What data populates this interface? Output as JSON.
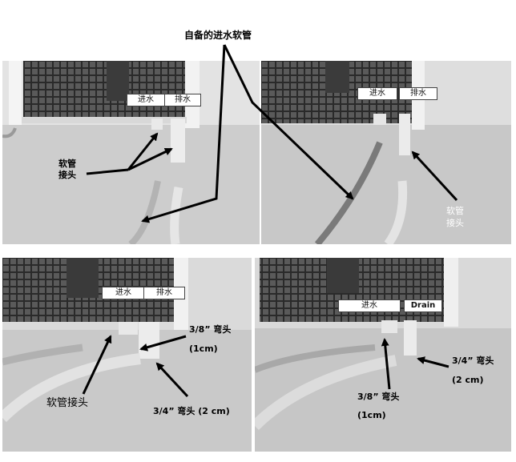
{
  "top_label": "自备的进水软管",
  "panel_tl": {
    "inlet": "进水",
    "drain": "排水",
    "fitting": [
      "软管",
      "接头"
    ]
  },
  "panel_tr": {
    "inlet": "进水",
    "drain": "排水",
    "fitting": [
      "软管",
      "接头"
    ]
  },
  "panel_bl": {
    "inlet": "进水",
    "drain": "排水",
    "elbow_small": [
      "3/8”  弯头",
      "(1cm)"
    ],
    "elbow_large": "3/4”  弯头  (2 cm)",
    "fitting": "软管接头"
  },
  "panel_br": {
    "inlet": "进水",
    "drain": "Drain",
    "elbow_large": [
      "3/4”  弯头",
      "(2 cm)"
    ],
    "elbow_small": [
      "3/8”  弯头",
      "(1cm)"
    ]
  },
  "colors": {
    "arrow": "#000000",
    "tag_border": "#444444",
    "panel_bg": "#cfcfcf"
  }
}
